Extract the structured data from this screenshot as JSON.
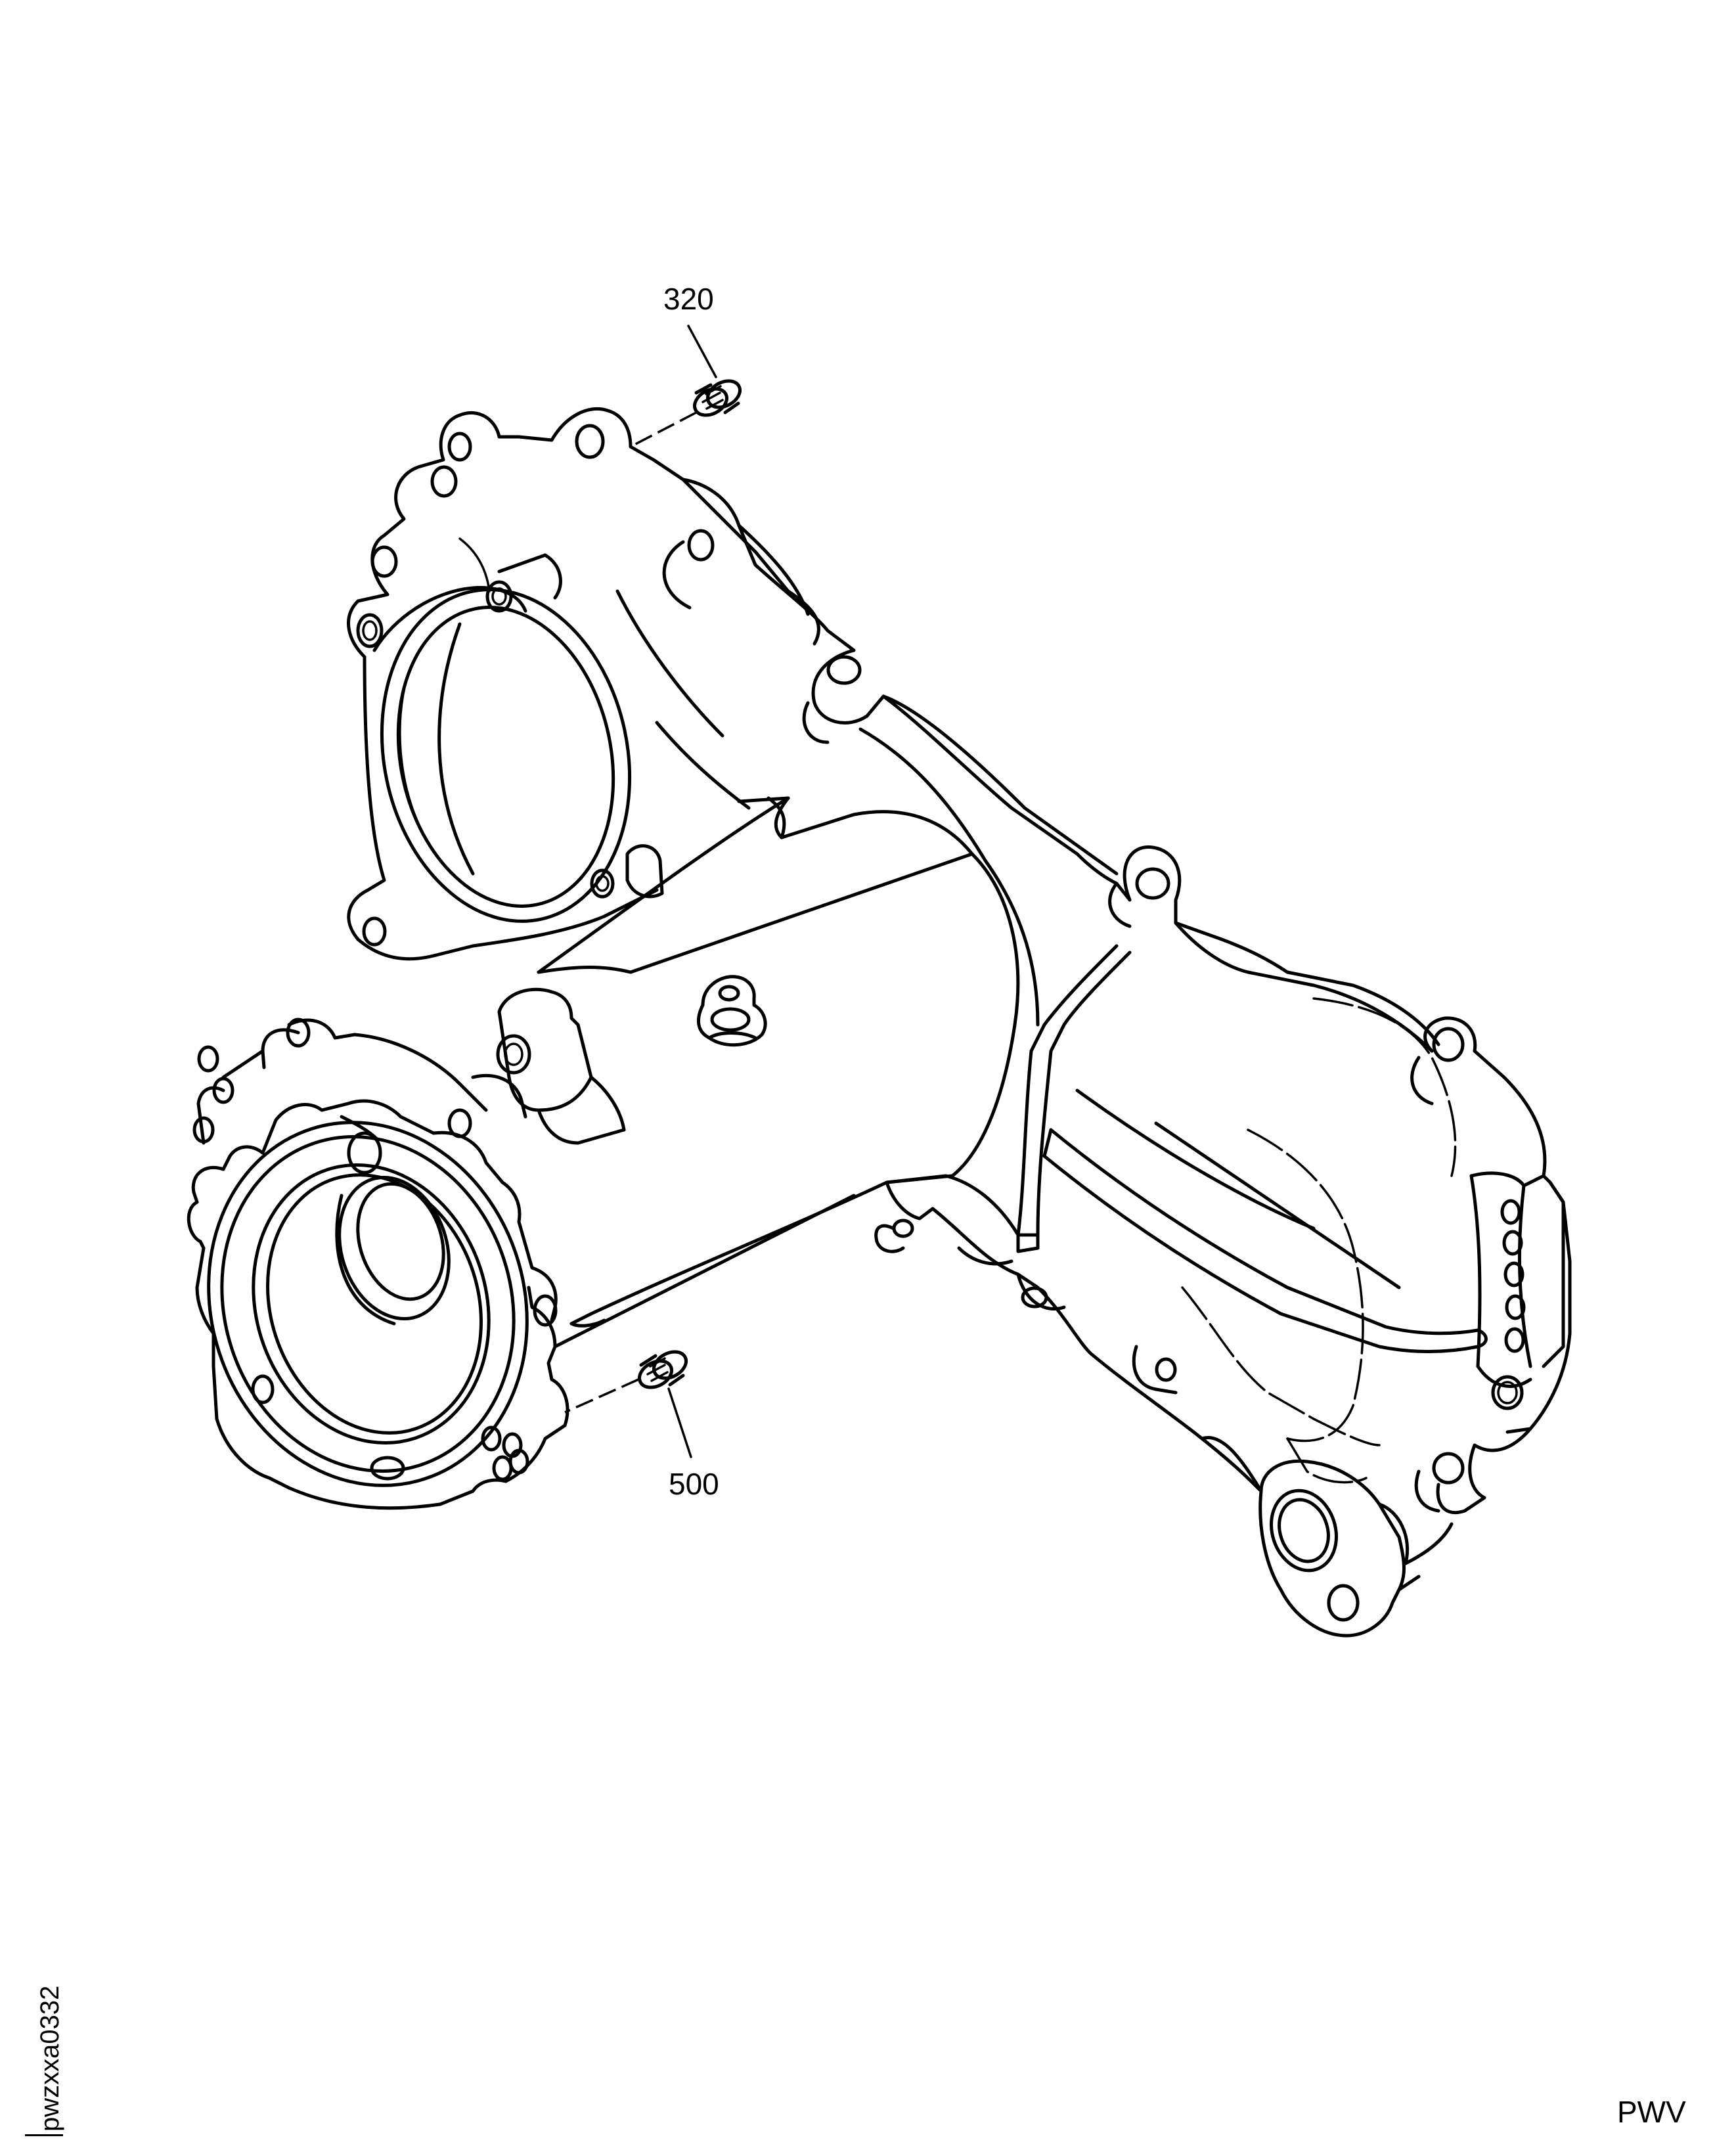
{
  "callouts": {
    "part_320": "320",
    "part_500": "500"
  },
  "drawing_code": "pwzxxa0332",
  "model_code": "PWV",
  "colors": {
    "line": "#000000",
    "background": "#ffffff"
  }
}
